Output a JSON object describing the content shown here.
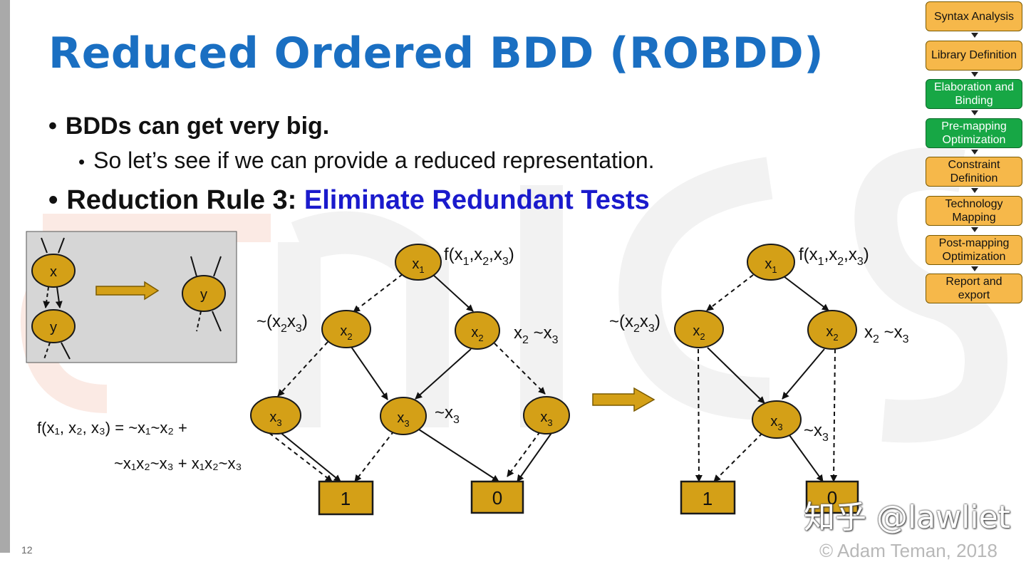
{
  "slide": {
    "title": "Reduced Ordered BDD (ROBDD)",
    "bullet1": "BDDs can get very big.",
    "bullet2": "So let’s see if we can provide a reduced representation.",
    "bullet3_prefix": "Reduction Rule 3: ",
    "bullet3_highlight": "Eliminate Redundant Tests",
    "bullet_dot": "•",
    "page_number": "12",
    "copyright": "© Adam Teman, 2018",
    "watermark": "知乎 @lawliet"
  },
  "flow": {
    "steps": [
      {
        "label": "Syntax Analysis",
        "state": "normal"
      },
      {
        "label": "Library Definition",
        "state": "normal"
      },
      {
        "label": "Elaboration and Binding",
        "state": "done"
      },
      {
        "label": "Pre-mapping Optimization",
        "state": "done"
      },
      {
        "label": "Constraint Definition",
        "state": "normal"
      },
      {
        "label": "Technology Mapping",
        "state": "normal"
      },
      {
        "label": "Post-mapping Optimization",
        "state": "normal"
      },
      {
        "label": "Report and export",
        "state": "normal"
      }
    ]
  },
  "rule_box": {
    "node_top": "x",
    "node_bottom": "y",
    "node_result": "y"
  },
  "formula": {
    "line1": "f(x₁, x₂, x₃) = ~x₁~x₂ +",
    "line2": "~x₁x₂~x₃ + x₁x₂~x₃"
  },
  "diagram_before": {
    "function_label": "f(x1,x2,x3)",
    "nodes": {
      "root": "x1",
      "left": "x2",
      "right": "x2",
      "ll": "x3",
      "mid": "x3",
      "rr": "x3"
    },
    "annotations": {
      "left": "~(x2x3)",
      "right": "x2 ~x3",
      "mid": "~x3"
    },
    "terminals": [
      "1",
      "0"
    ]
  },
  "diagram_after": {
    "function_label": "f(x1,x2,x3)",
    "nodes": {
      "root": "x1",
      "left": "x2",
      "right": "x2",
      "mid": "x3"
    },
    "annotations": {
      "left": "~(x2x3)",
      "right": "x2 ~x3",
      "mid": "~x3"
    },
    "terminals": [
      "1",
      "0"
    ]
  },
  "colors": {
    "title": "#1a6fc2",
    "highlight": "#1a1acc",
    "node_fill": "#d4a017",
    "node_stroke": "#1a1a1a",
    "flow_orange": "#f6b84a",
    "flow_green": "#17a745",
    "rule_box_bg": "#d6d6d6"
  },
  "icons": {
    "big_arrow": "right-arrow-icon"
  }
}
